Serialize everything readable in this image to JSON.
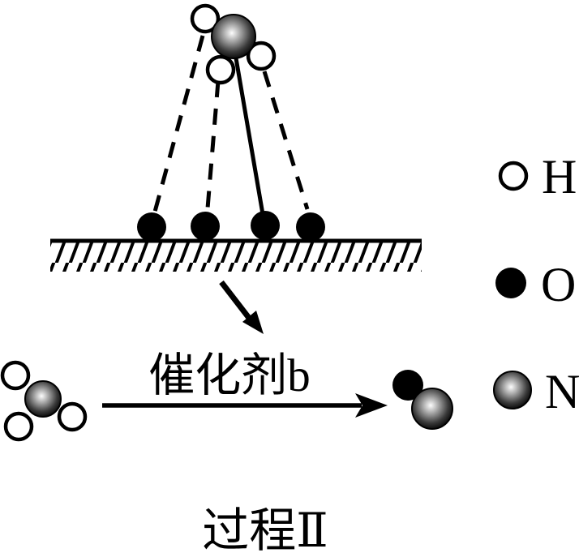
{
  "legend": {
    "items": [
      {
        "id": "hydrogen",
        "symbol": "open-circle-icon",
        "label": "H"
      },
      {
        "id": "oxygen",
        "symbol": "filled-circle-icon",
        "label": "O"
      },
      {
        "id": "nitrogen",
        "symbol": "gray-sphere-icon",
        "label": "N"
      }
    ]
  },
  "reaction": {
    "catalyst_label": "催化剂b",
    "process_label": "过程Ⅱ"
  },
  "colors": {
    "ink": "#000000",
    "background": "#ffffff",
    "sphere_highlight": "#fdfdfd",
    "sphere_mid": "#8f8f8f",
    "sphere_edge": "#000000"
  }
}
